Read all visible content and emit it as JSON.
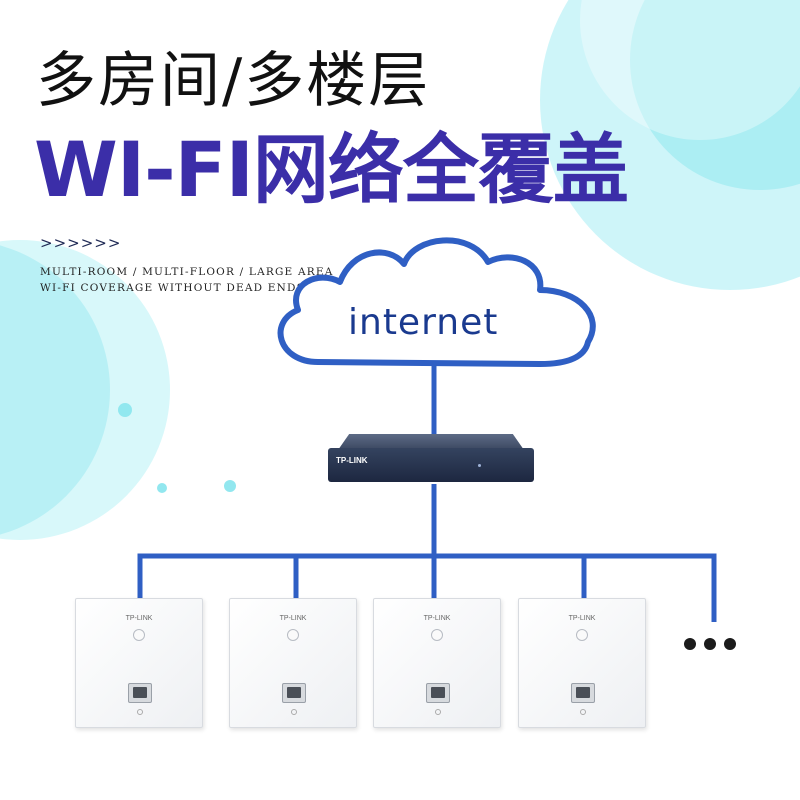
{
  "header": {
    "title_line_1": "多房间/多楼层",
    "title_line_2": "WI-FI网络全覆盖",
    "arrows": ">>>>>>",
    "caption_line_1": "MULTI-ROOM / MULTI-FLOOR / LARGE AREA",
    "caption_line_2": "WI-FI COVERAGE WITHOUT DEAD ENDS"
  },
  "diagram": {
    "cloud_label": "internet",
    "router_brand": "TP-LINK",
    "panels": [
      {
        "brand": "TP-LINK"
      },
      {
        "brand": "TP-LINK"
      },
      {
        "brand": "TP-LINK"
      },
      {
        "brand": "TP-LINK"
      }
    ],
    "more_indicator": "...",
    "link_color": "#2f5fc4",
    "cloud_outline_color": "#2f5fc4",
    "accent_color": "#3b2ea8"
  }
}
